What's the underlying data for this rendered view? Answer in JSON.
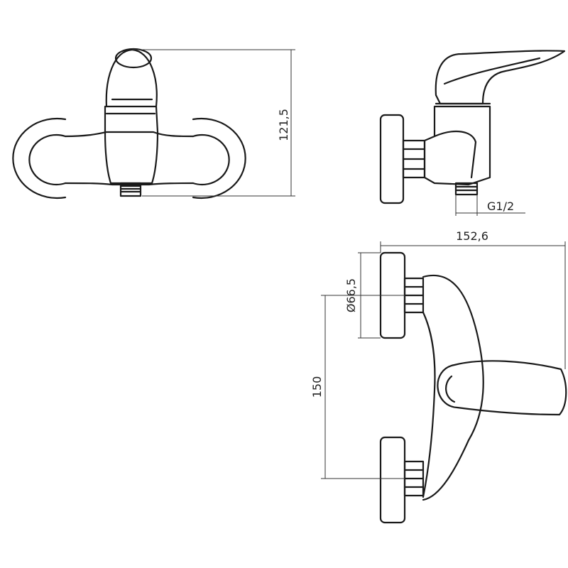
{
  "dimensions": {
    "height_front": "121,5",
    "thread": "G1/2",
    "width_top": "152,6",
    "diameter_rosette": "Ø66,5",
    "center_distance": "150"
  },
  "colors": {
    "line": "#1a1a1a",
    "dim_line": "#333333",
    "background": "#ffffff"
  }
}
